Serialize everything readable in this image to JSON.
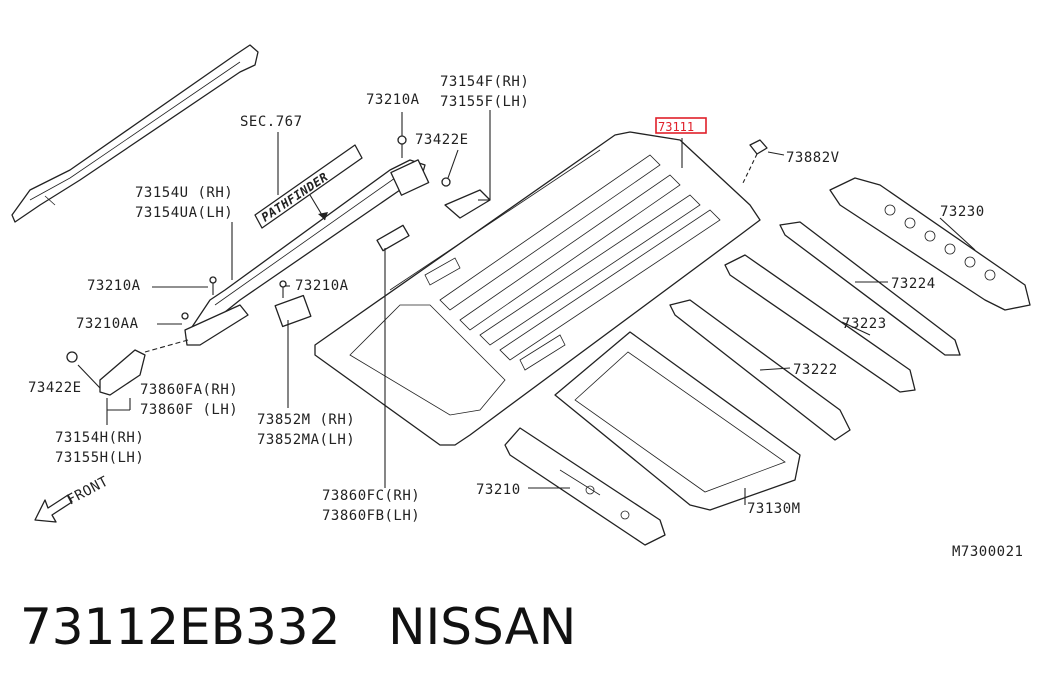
{
  "diagram": {
    "badge_text": "PATHFINDER",
    "front_label": "FRONT",
    "code": "M7300021",
    "highlighted": "73111",
    "labels": {
      "l73154F": "73154F(RH)",
      "l73155F": "73155F(LH)",
      "l73210A_top": "73210A",
      "sec767": "SEC.767",
      "l73422E_top": "73422E",
      "l73882V": "73882V",
      "l73154U": "73154U (RH)",
      "l73154UA": "73154UA(LH)",
      "l73230": "73230",
      "l73210A_left": "73210A",
      "l73210A_mid": "73210A",
      "l73224": "73224",
      "l73210AA": "73210AA",
      "l73223": "73223",
      "l73422E_left": "73422E",
      "l73860FA": "73860FA(RH)",
      "l73860F": "73860F (LH)",
      "l73222": "73222",
      "l73852M": "73852M (RH)",
      "l73852MA": "73852MA(LH)",
      "l73154H": "73154H(RH)",
      "l73155H": "73155H(LH)",
      "l73210": "73210",
      "l73860FC": "73860FC(RH)",
      "l73860FB": "73860FB(LH)",
      "l73130M": "73130M"
    }
  },
  "footer": {
    "part_number": "73112EB332",
    "brand": "NISSAN"
  }
}
